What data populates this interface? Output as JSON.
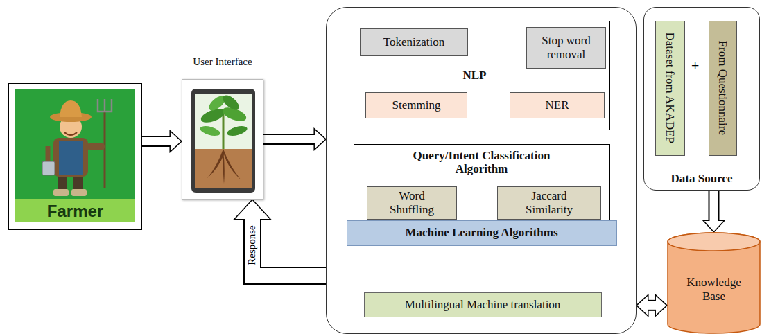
{
  "diagram": {
    "nodes": [
      {
        "text": [
          "Farmer"
        ]
      },
      {
        "text": [
          "User Interface"
        ]
      },
      {
        "text": []
      },
      {
        "text": [
          "NLP"
        ],
        "in": 2
      },
      {
        "text": [
          "Tokenization"
        ],
        "in": 3
      },
      {
        "text": [
          "Stop word removal"
        ],
        "in": 3
      },
      {
        "text": [
          "Stemming"
        ],
        "in": 3
      },
      {
        "text": [
          "NER"
        ],
        "in": 3
      },
      {
        "text": [
          "Query/Intent Classification Algorithm"
        ],
        "in": 2
      },
      {
        "text": [
          "Word Shuffling"
        ],
        "in": 8
      },
      {
        "text": [
          "Jaccard Similarity"
        ],
        "in": 8
      },
      {
        "text": [
          "Machine Learning Algorithms"
        ],
        "in": 2
      },
      {
        "text": [
          "Multilingual Machine translation"
        ],
        "in": 2
      },
      {
        "text": [
          "Data Source"
        ]
      },
      {
        "text": [
          "Dataset from AKADEP"
        ],
        "in": 13
      },
      {
        "text": [
          "From Questionnaire"
        ],
        "in": 13
      },
      {
        "text": [
          "Knowledge Base"
        ]
      }
    ],
    "edges": [
      {
        "from": 0,
        "to": 1,
        "arrow": "to"
      },
      {
        "from": 1,
        "to": 2,
        "arrow": "to"
      },
      {
        "from": 2,
        "to": 1,
        "label": "Response",
        "arrow": "to"
      },
      {
        "from": 13,
        "to": 16,
        "arrow": "to"
      },
      {
        "from": 2,
        "to": 16,
        "arrow": "both"
      }
    ],
    "labels": [
      "+"
    ]
  }
}
